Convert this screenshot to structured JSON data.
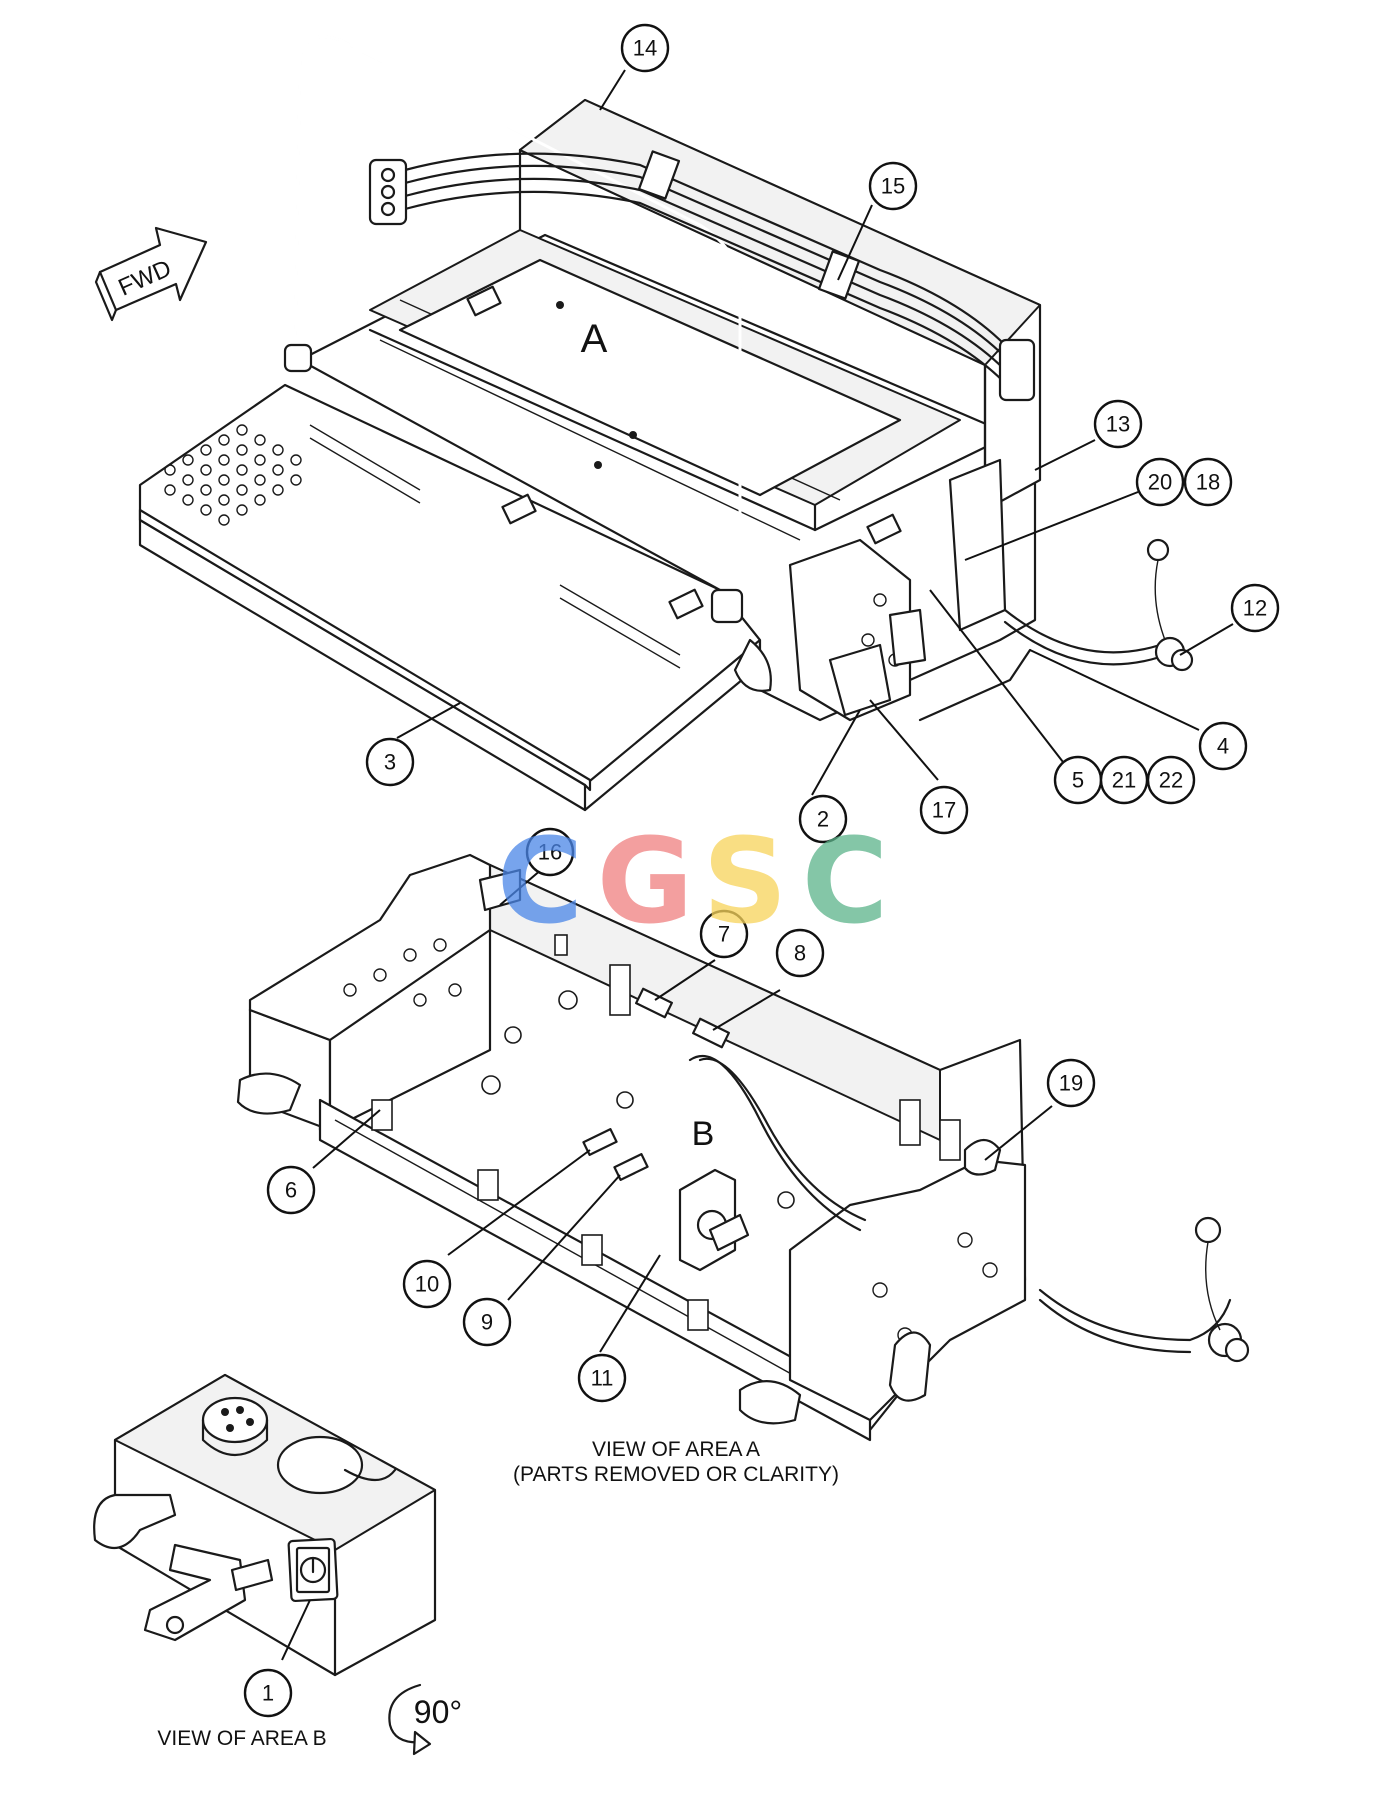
{
  "direction_arrow": {
    "label": "FWD"
  },
  "area_labels": {
    "a": "A",
    "b": "B"
  },
  "callouts": [
    "14",
    "15",
    "13",
    "20",
    "18",
    "12",
    "4",
    "5",
    "21",
    "22",
    "17",
    "2",
    "3",
    "16",
    "7",
    "8",
    "19",
    "6",
    "10",
    "9",
    "11",
    "1"
  ],
  "captions": {
    "view_a_line1": "VIEW OF AREA A",
    "view_a_line2": "(PARTS REMOVED OR CLARITY)",
    "view_b": "VIEW OF AREA B",
    "rotation": "90°"
  },
  "watermark": {
    "letters": [
      "C",
      "G",
      "S",
      "C"
    ],
    "colors": [
      "#4a86e8",
      "#ef7f7f",
      "#f7d35a",
      "#5bb38a"
    ]
  }
}
